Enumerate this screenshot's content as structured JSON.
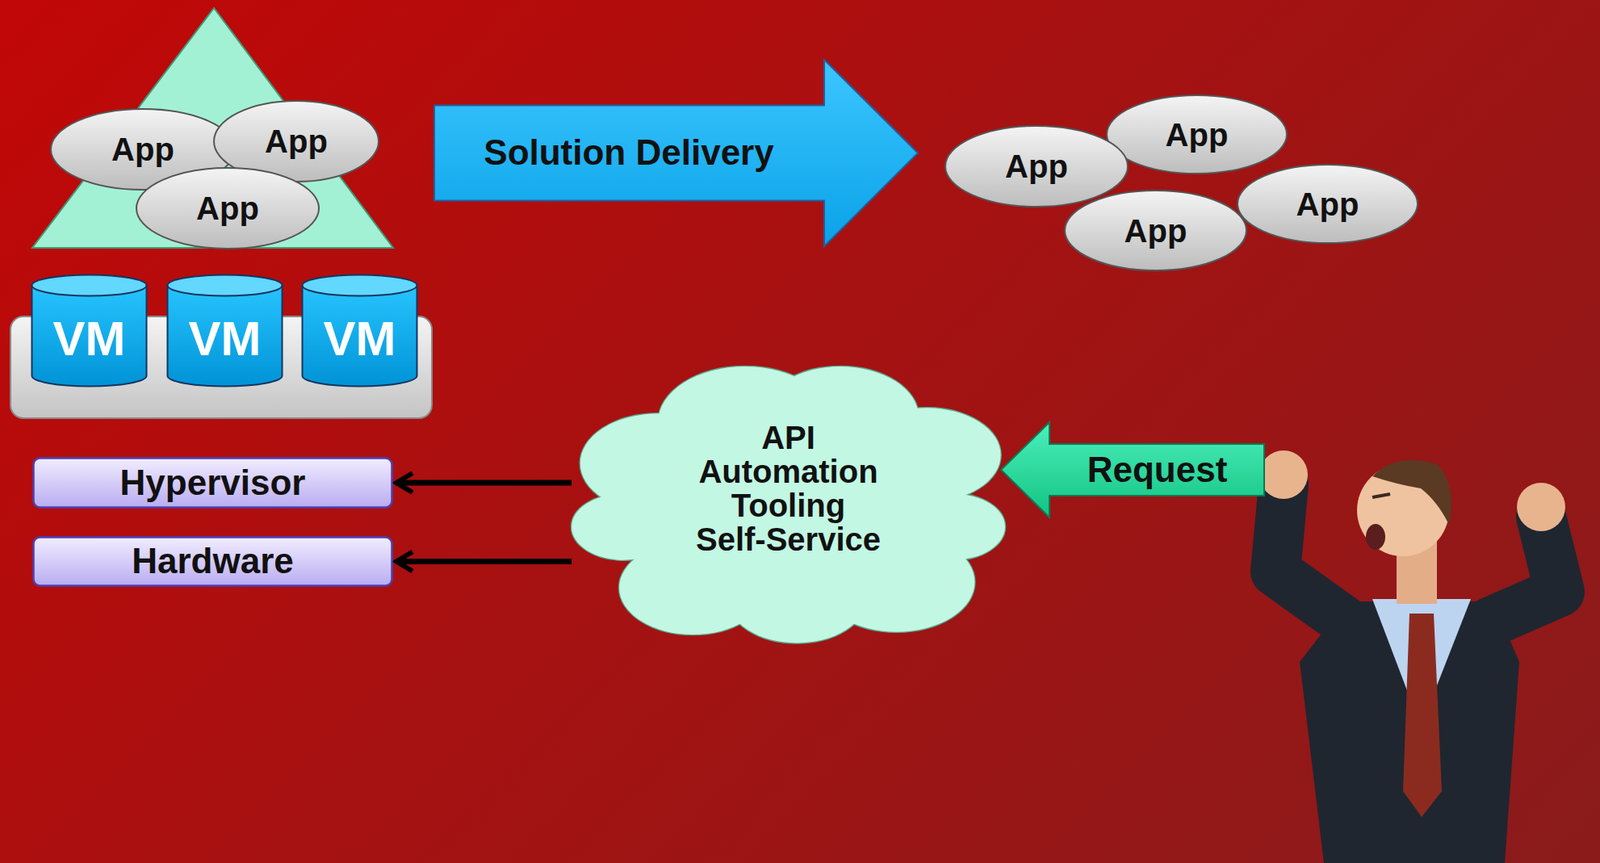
{
  "diagram": {
    "nodes": [
      {
        "text": [
          "App"
        ]
      },
      {
        "text": [
          "App"
        ]
      },
      {
        "text": [
          "App"
        ]
      },
      {
        "text": [
          "Solution Delivery"
        ]
      },
      {
        "text": [
          "App"
        ]
      },
      {
        "text": [
          "App"
        ]
      },
      {
        "text": [
          "App"
        ]
      },
      {
        "text": [
          "App"
        ]
      },
      {
        "text": [
          "VM"
        ]
      },
      {
        "text": [
          "VM"
        ]
      },
      {
        "text": [
          "VM"
        ]
      },
      {
        "text": [
          "API",
          "Automation",
          "Tooling",
          "Self-Service"
        ]
      },
      {
        "text": [
          "Request"
        ]
      },
      {
        "text": [
          "Hypervisor"
        ]
      },
      {
        "text": [
          "Hardware"
        ]
      }
    ],
    "edges": [
      {
        "from": 11,
        "to": 13,
        "arrow": "to"
      },
      {
        "from": 11,
        "to": 14,
        "arrow": "to"
      }
    ]
  }
}
